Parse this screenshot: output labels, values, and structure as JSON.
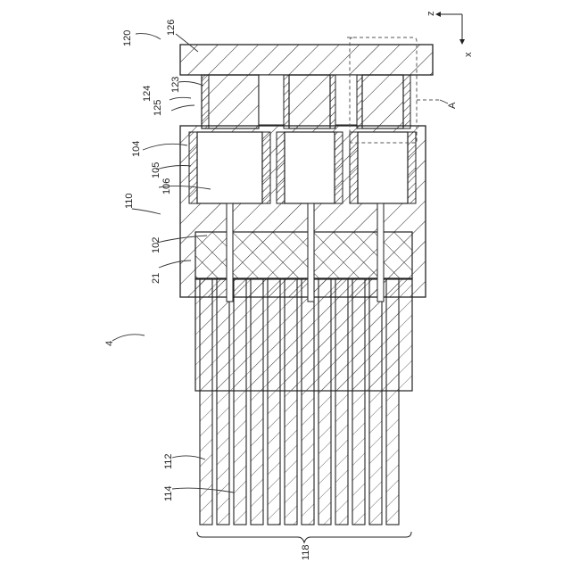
{
  "figure": {
    "axes": {
      "z": "z",
      "x": "x"
    },
    "callouts": {
      "r4": "4",
      "r21": "21",
      "r102": "102",
      "r104": "104",
      "r105": "105",
      "r106": "106",
      "r110": "110",
      "r112": "112",
      "r114": "114",
      "r118": "118",
      "r120": "120",
      "r123": "123",
      "r124": "124",
      "r125": "125",
      "r126": "126",
      "rA": "A"
    }
  }
}
